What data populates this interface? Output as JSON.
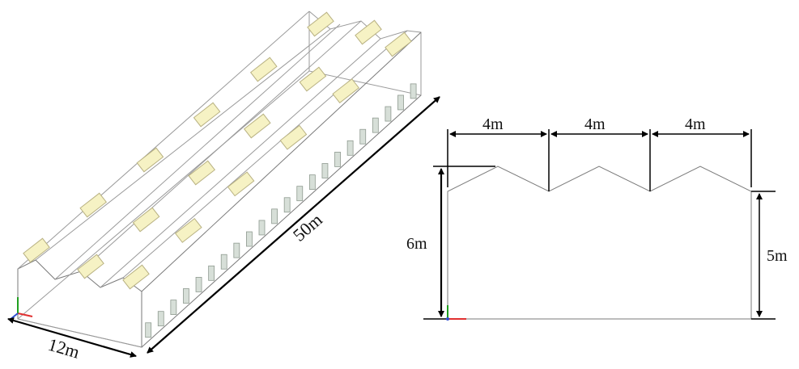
{
  "left_view": {
    "length_label": "50m",
    "width_label": "12m",
    "colors": {
      "skylight": "#f6f2c4",
      "skylight_edge": "#b9b283",
      "vent": "#d7dfd8",
      "vent_edge": "#8f9a90"
    }
  },
  "right_view": {
    "span_labels": [
      "4m",
      "4m",
      "4m"
    ],
    "total_height_label": "6m",
    "eave_height_label": "5m"
  },
  "axes_colors": {
    "x": "#e03030",
    "y": "#20a020",
    "z": "#3050d0"
  }
}
